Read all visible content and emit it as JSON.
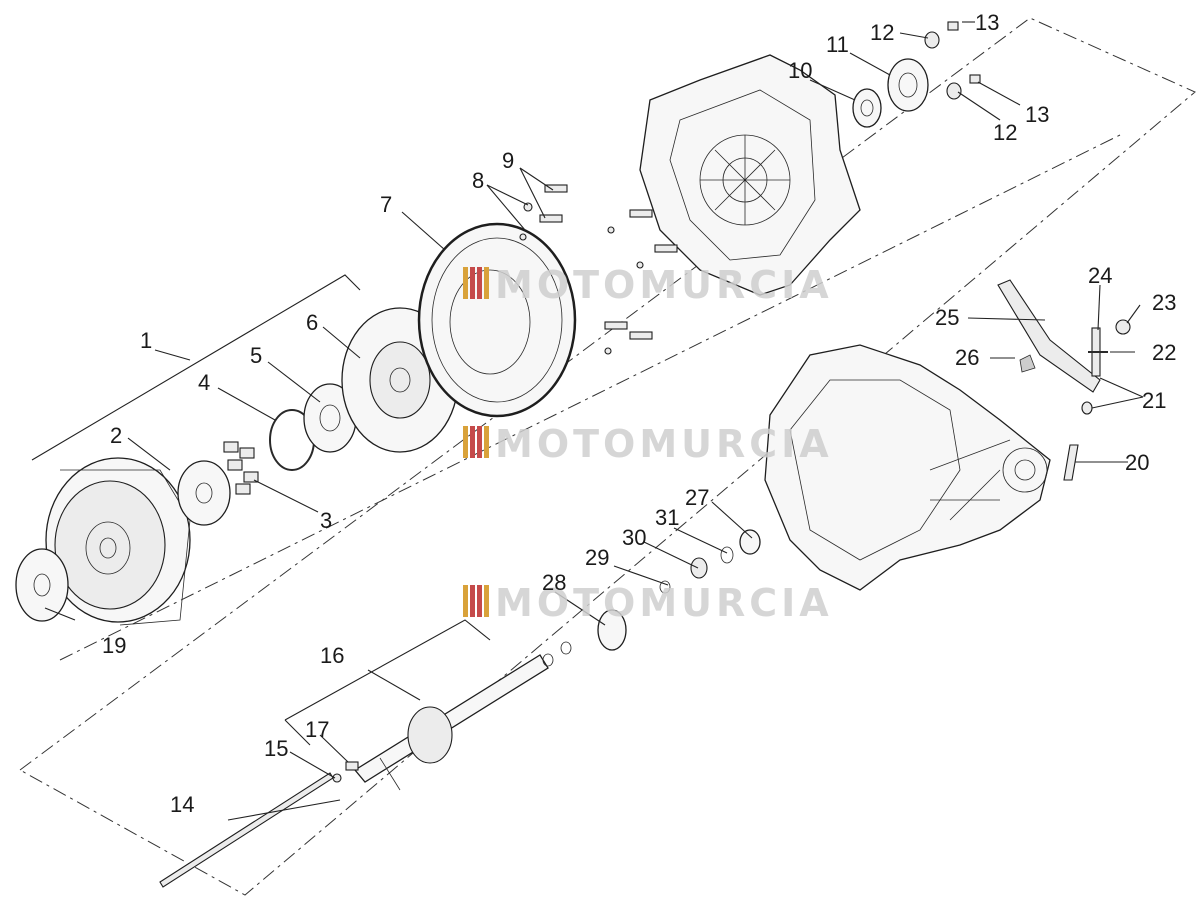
{
  "watermark": {
    "text": "MOTOMURCIA",
    "stripe_colors": [
      "#d9a23a",
      "#c54a4a",
      "#c54a4a",
      "#d9a23a"
    ]
  },
  "callouts": [
    "1",
    "2",
    "3",
    "4",
    "5",
    "6",
    "7",
    "8",
    "9",
    "10",
    "11",
    "12",
    "12",
    "13",
    "13",
    "14",
    "15",
    "16",
    "17",
    "19",
    "20",
    "21",
    "22",
    "23",
    "24",
    "25",
    "26",
    "27",
    "28",
    "29",
    "30",
    "31"
  ]
}
